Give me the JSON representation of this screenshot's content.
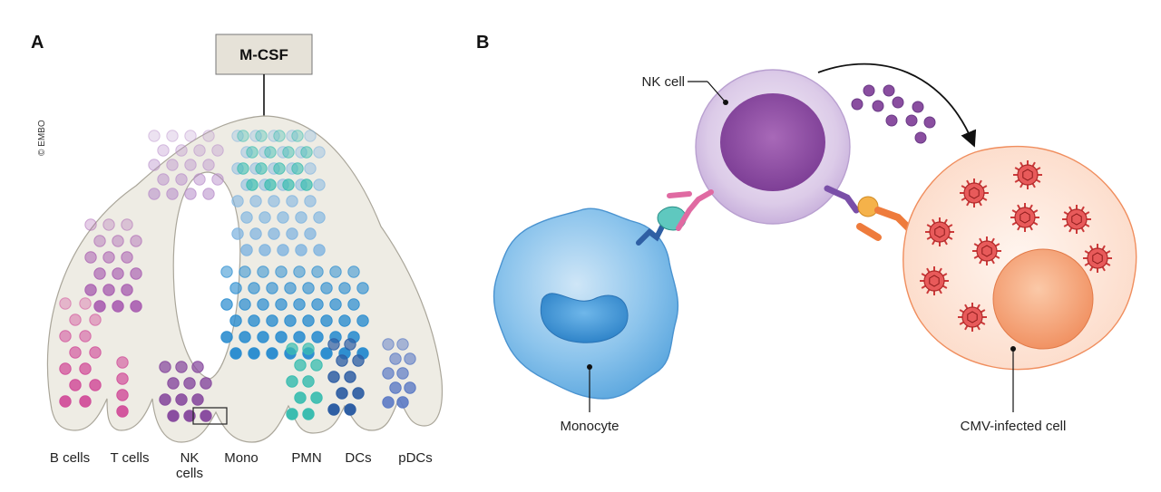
{
  "copyright": "© EMBO",
  "panel_a": {
    "letter": "A",
    "factor": "M-CSF",
    "labels": [
      "B cells",
      "T cells",
      "NK",
      "cells",
      "Mono",
      "PMN",
      "DCs",
      "pDCs"
    ]
  },
  "panel_b": {
    "letter": "B",
    "labels": [
      "NK cell",
      "Monocyte",
      "CMV-infected cell"
    ]
  },
  "colors": {
    "tissue": "#efede5",
    "b_cell": "#d14f9a",
    "nk_cell": "#8a4ea0",
    "mono": "#2f8fd0",
    "pmn": "#3bbdb0",
    "dc": "#2f5fa4",
    "pdc": "#5b7ac4",
    "infected": "#f6a57d",
    "virus": "#cc3a3a"
  },
  "icons": [
    "arrow-icon",
    "virus-icon",
    "receptor-icon"
  ]
}
